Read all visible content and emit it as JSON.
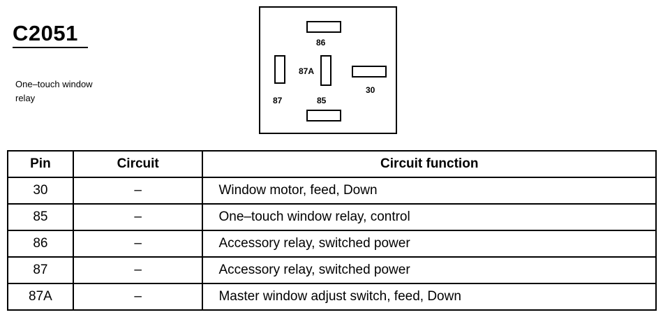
{
  "connector": {
    "id": "C2051",
    "description_lines": [
      "One–touch window",
      "relay"
    ]
  },
  "diagram": {
    "pins": [
      "86",
      "87A",
      "30",
      "87",
      "85"
    ]
  },
  "table": {
    "headers": [
      "Pin",
      "Circuit",
      "Circuit function"
    ],
    "rows": [
      {
        "pin": "30",
        "circuit": "–",
        "function": "Window motor, feed, Down"
      },
      {
        "pin": "85",
        "circuit": "–",
        "function": "One–touch window relay, control"
      },
      {
        "pin": "86",
        "circuit": "–",
        "function": "Accessory relay, switched power"
      },
      {
        "pin": "87",
        "circuit": "–",
        "function": "Accessory relay, switched power"
      },
      {
        "pin": "87A",
        "circuit": "–",
        "function": "Master window adjust switch, feed, Down"
      }
    ]
  }
}
